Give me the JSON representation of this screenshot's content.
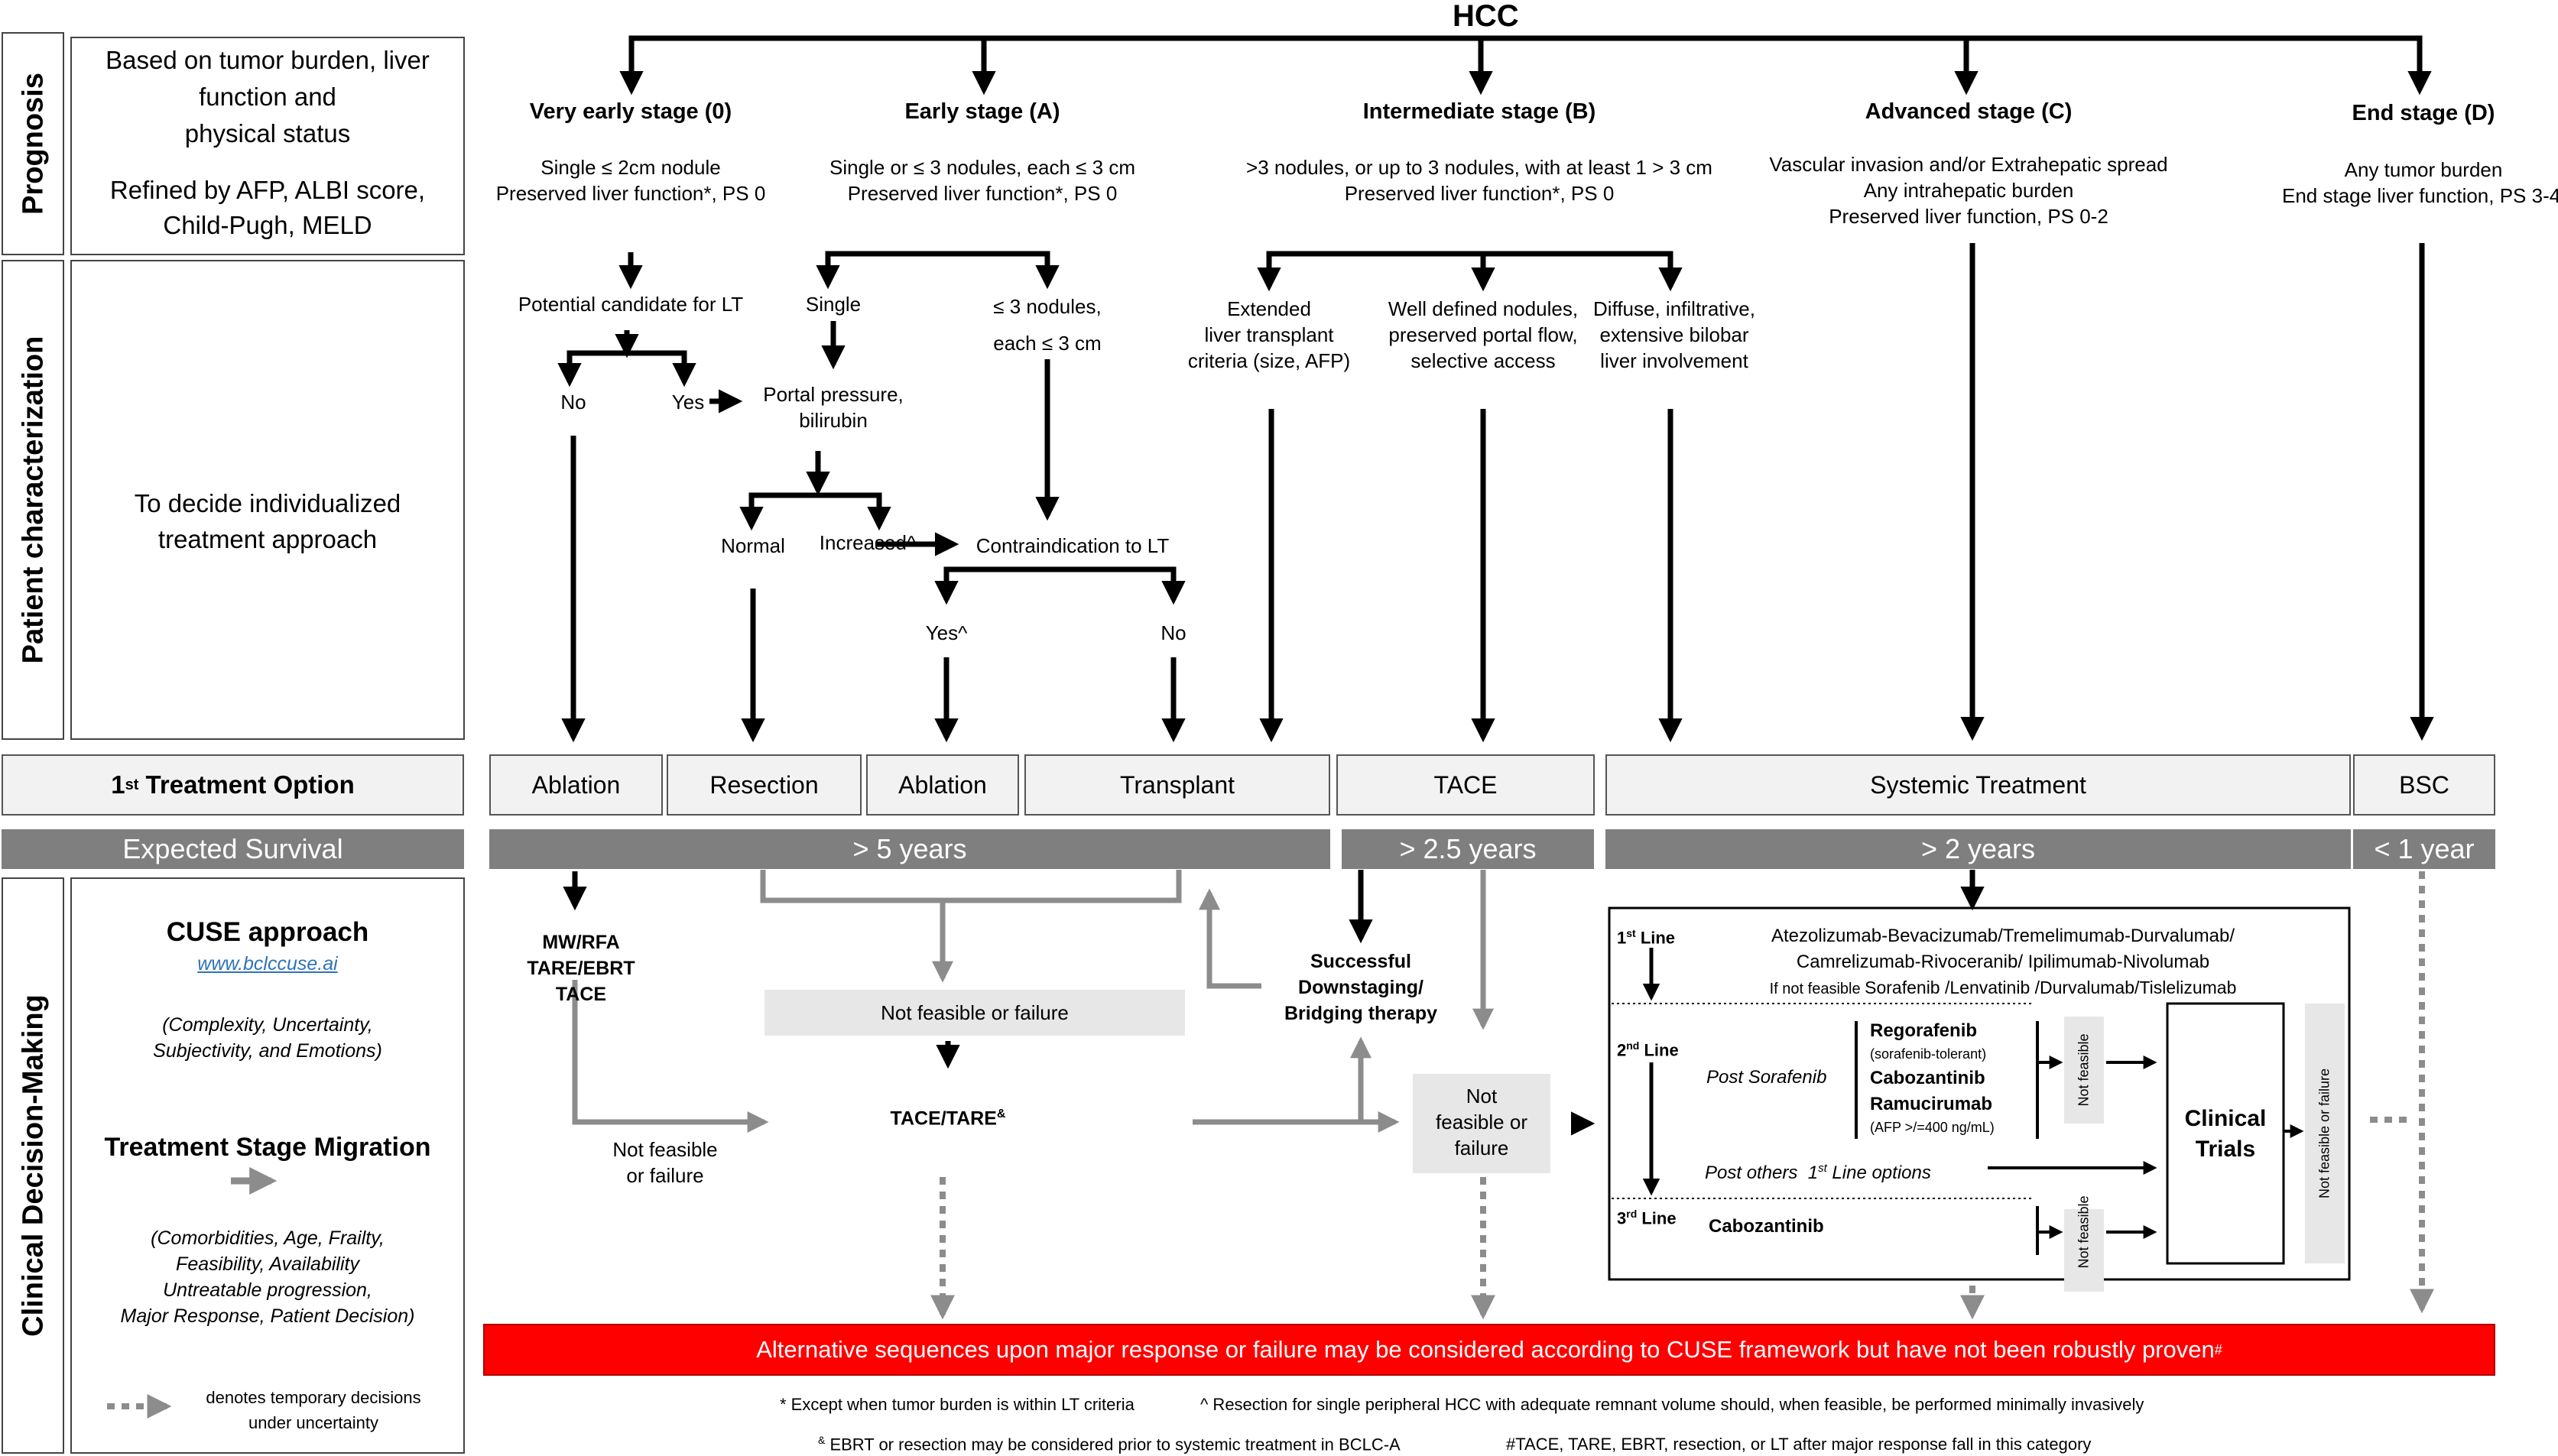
{
  "root": "HCC",
  "left_labels": {
    "prognosis": "Prognosis",
    "patient": "Patient characterization",
    "clinical": "Clinical Decision-Making"
  },
  "prognosis_box": {
    "line1": "Based on tumor burden, liver",
    "line2": "function and",
    "line3": "physical status",
    "line4": "Refined by AFP, ALBI score,",
    "line5": "Child-Pugh, MELD"
  },
  "patient_box": {
    "line1": "To decide individualized",
    "line2": "treatment approach"
  },
  "stages": {
    "s0": {
      "title": "Very early stage (0)",
      "d1": "Single ≤ 2cm nodule",
      "d2": "Preserved liver function*, PS 0"
    },
    "sA": {
      "title": "Early stage (A)",
      "d1": "Single or ≤ 3 nodules, each ≤ 3 cm",
      "d2": "Preserved liver function*, PS 0"
    },
    "sB": {
      "title": "Intermediate  stage (B)",
      "d1": ">3 nodules, or up to 3 nodules, with at least 1 > 3 cm",
      "d2": "Preserved liver function*, PS 0"
    },
    "sC": {
      "title": "Advanced  stage (C)",
      "d1": "Vascular invasion and/or Extrahepatic spread",
      "d2": "Any  intrahepatic burden",
      "d3": "Preserved liver function, PS 0-2"
    },
    "sD": {
      "title": "End stage (D)",
      "d1": "Any tumor burden",
      "d2": "End stage liver function, PS 3-4"
    }
  },
  "patient_nodes": {
    "potential_lt": "Potential candidate for LT",
    "no1": "No",
    "yes1": "Yes",
    "single": "Single",
    "le3_a": "≤ 3 nodules,",
    "le3_b": "each ≤ 3 cm",
    "portal_a": "Portal pressure,",
    "portal_b": "bilirubin",
    "normal": "Normal",
    "increased": "Increased^",
    "contra": "Contraindication to LT",
    "yes2": "Yes^",
    "no2": "No",
    "ext_a": "Extended",
    "ext_b": "liver transplant",
    "ext_c": "criteria (size, AFP)",
    "well_a": "Well defined nodules,",
    "well_b": "preserved portal flow,",
    "well_c": "selective access",
    "diff_a": "Diffuse, infiltrative,",
    "diff_b": "extensive bilobar",
    "diff_c": "liver involvement"
  },
  "first_treatment": {
    "label_main": "1",
    "label_sup": "st",
    "label_rest": " Treatment Option",
    "options": [
      "Ablation",
      "Resection",
      "Ablation",
      "Transplant",
      "TACE",
      "Systemic Treatment",
      "BSC"
    ]
  },
  "survival": {
    "label": "Expected Survival",
    "values": [
      "> 5 years",
      "> 2.5 years",
      "> 2 years",
      "< 1 year"
    ]
  },
  "clinical_box": {
    "cuse_title": "CUSE approach",
    "cuse_link": "www.bclccuse.ai",
    "cuse_d1": "(Complexity, Uncertainty,",
    "cuse_d2": "Subjectivity, and Emotions)",
    "tsm_title": "Treatment Stage Migration",
    "tsm_d1": "(Comorbidities, Age, Frailty,",
    "tsm_d2": "Feasibility, Availability",
    "tsm_d3": "Untreatable progression,",
    "tsm_d4": "Major Response, Patient Decision)",
    "legend_a": "denotes temporary  decisions",
    "legend_b": "under uncertainty"
  },
  "clinical": {
    "mw1": "MW/RFA",
    "mw2": "TARE/EBRT",
    "mw3": "TACE",
    "nf_fail_a": "Not  feasible",
    "nf_fail_b": "or failure",
    "nf_bar": "Not  feasible or failure",
    "tace_tare": "TACE/TARE",
    "tace_tare_sup": "&",
    "succ1": "Successful",
    "succ2": "Downstaging/",
    "succ3": "Bridging therapy",
    "nfb1": "Not",
    "nfb2": "feasible or",
    "nfb3": "failure"
  },
  "systemic": {
    "l1_main": "1",
    "l1_sup": "st",
    "l1_rest": " Line",
    "l1_d1": "Atezolizumab-Bevacizumab/Tremelimumab-Durvalumab/",
    "l1_d2": "Camrelizumab-Rivoceranib/ Ipilimumab-Nivolumab",
    "l1_d3a": "If not feasible ",
    "l1_d3b": "Sorafenib /Lenvatinib /Durvalumab/Tislelizumab",
    "l2_main": "2",
    "l2_sup": "nd",
    "l2_rest": " Line",
    "post_sor": "Post Sorafenib",
    "rego": "Regorafenib",
    "rego_note": "(sorafenib-tolerant)",
    "cabo": "Cabozantinib",
    "ramu": "Ramucirumab",
    "ramu_note": "(AFP >/=400 ng/mL)",
    "post_others_a": "Post others  1",
    "post_others_sup": "st",
    "post_others_b": " Line options",
    "l3_main": "3",
    "l3_sup": "rd",
    "l3_rest": " Line",
    "cabo3": "Cabozantinib",
    "nf_v1": "Not feasible",
    "nf_v2": "Not feasible",
    "clinical_trials_a": "Clinical",
    "clinical_trials_b": "Trials",
    "nf_or_fail": "Not feasible or failure"
  },
  "red_bar": {
    "text": "Alternative sequences upon major response or failure  may be considered according to CUSE framework but have not been robustly proven",
    "sup": "#"
  },
  "footnotes": {
    "f1": "* Except when tumor burden is within LT criteria",
    "f2": "^ Resection for single peripheral HCC with adequate remnant volume should, when feasible, be performed minimally invasively",
    "f3_sup": "&",
    "f3": " EBRT or resection may be considered prior to systemic treatment in BCLC-A",
    "f4": "#TACE, TARE, EBRT, resection, or LT  after major response fall in this category"
  },
  "colors": {
    "red": "#ff0000",
    "grey_bar": "#7f7f7f",
    "arrow_grey": "#8c8c8c",
    "light_fill": "#f2f2f2"
  }
}
